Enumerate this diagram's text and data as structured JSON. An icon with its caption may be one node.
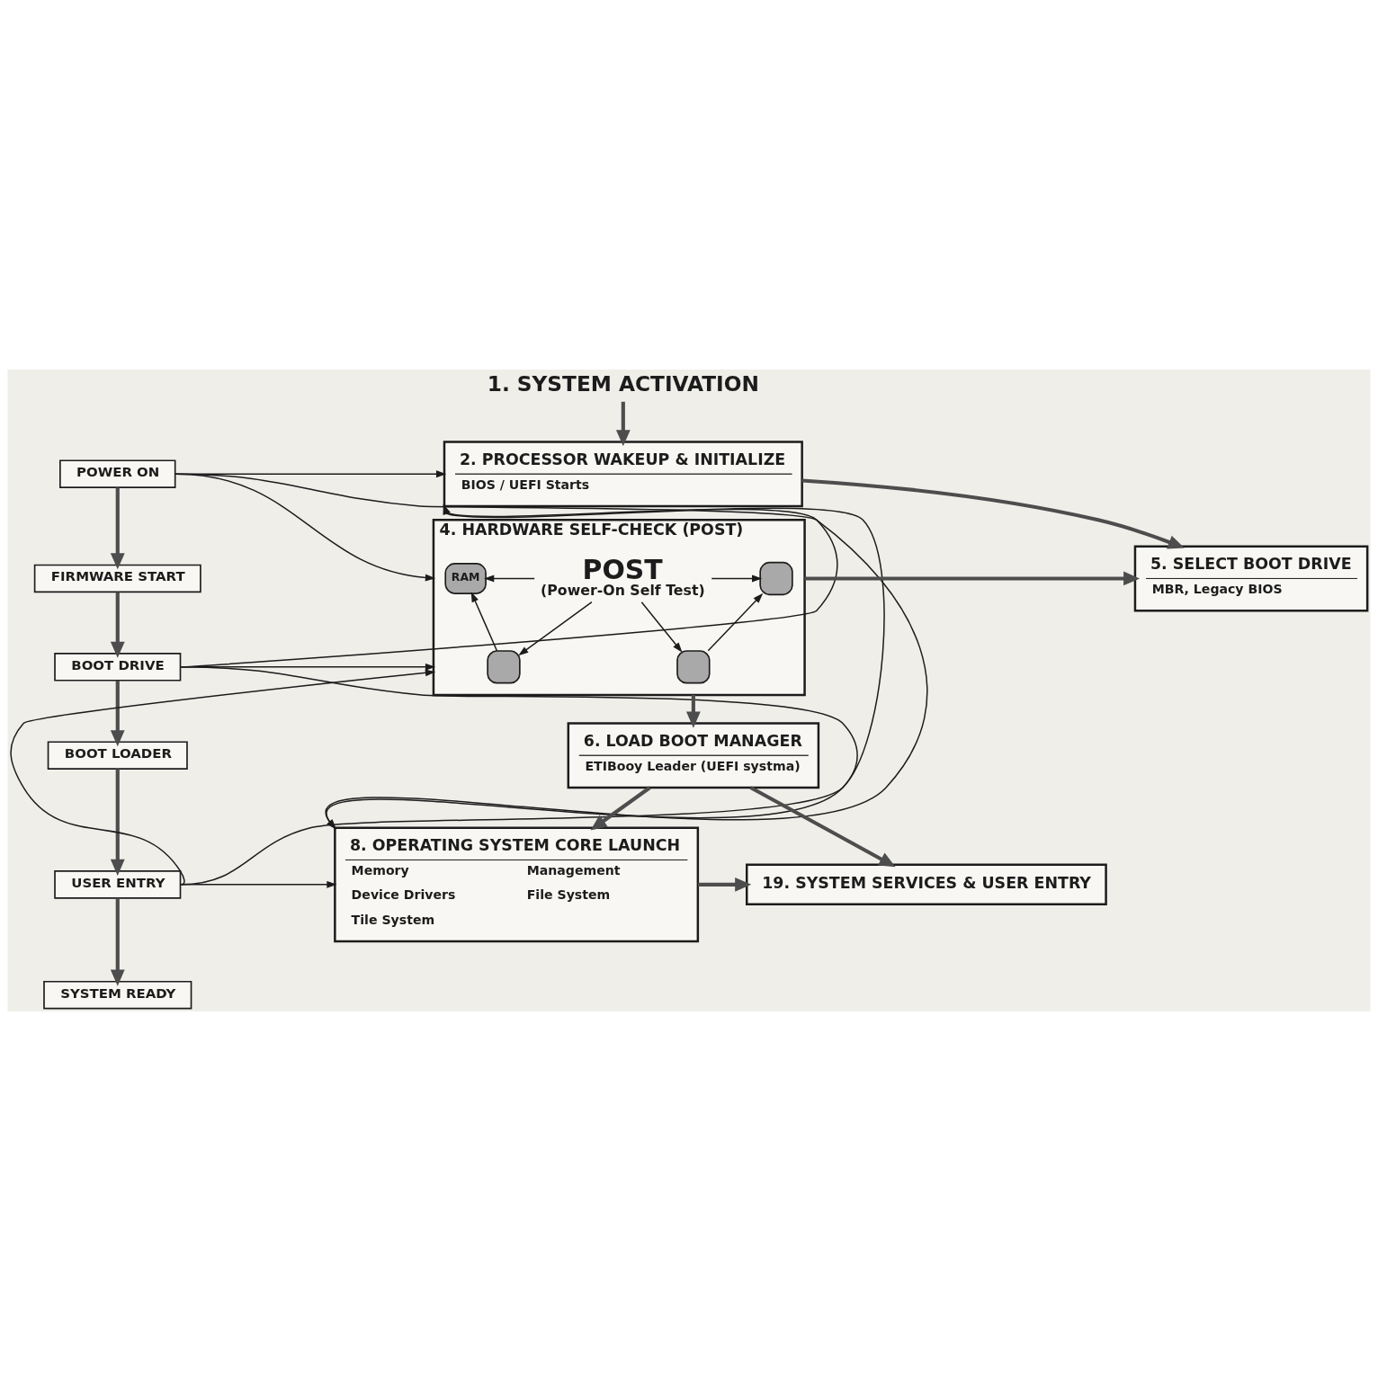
{
  "diagram": {
    "nodes": [
      {
        "text": [
          "1. SYSTEM ACTIVATION"
        ]
      },
      {
        "text": [
          "2. PROCESSOR WAKEUP & INITIALIZE",
          "BIOS / UEFI Starts"
        ]
      },
      {
        "text": [
          "4. HARDWARE SELF-CHECK (POST)"
        ]
      },
      {
        "text": [
          "RAM"
        ],
        "in": 2
      },
      {
        "text": [],
        "shape": "box",
        "in": 2
      },
      {
        "text": [
          "POST",
          "(Power-On Self Test)"
        ],
        "in": 2
      },
      {
        "text": [],
        "shape": "box",
        "in": 2
      },
      {
        "text": [],
        "shape": "box",
        "in": 2
      },
      {
        "text": [
          "5. SELECT BOOT DRIVE",
          "MBR, Legacy BIOS"
        ]
      },
      {
        "text": [
          "6. LOAD BOOT MANAGER",
          "ETIBooy Leader (UEFI systma)"
        ]
      },
      {
        "text": [
          "8. OPERATING SYSTEM CORE LAUNCH",
          "Memory",
          "Management",
          "Device Drivers",
          "File System",
          "Tile System"
        ]
      },
      {
        "text": [
          "19. SYSTEM SERVICES & USER ENTRY"
        ]
      },
      {
        "text": [
          "POWER ON"
        ]
      },
      {
        "text": [
          "FIRMWARE START"
        ]
      },
      {
        "text": [
          "BOOT DRIVE"
        ]
      },
      {
        "text": [
          "BOOT LOADER"
        ]
      },
      {
        "text": [
          "USER ENTRY"
        ]
      },
      {
        "text": [
          "SYSTEM READY"
        ]
      }
    ],
    "edges": [
      {
        "from": 0,
        "to": 1,
        "arrow": "to",
        "style": "thick"
      },
      {
        "from": 1,
        "to": 8,
        "arrow": "to",
        "style": "thick"
      },
      {
        "from": 2,
        "to": 8,
        "arrow": "to",
        "style": "thick"
      },
      {
        "from": 2,
        "to": 9,
        "arrow": "to",
        "style": "thick"
      },
      {
        "from": 9,
        "to": 10,
        "arrow": "to",
        "style": "thick"
      },
      {
        "from": 9,
        "to": 11,
        "arrow": "to",
        "style": "thick"
      },
      {
        "from": 10,
        "to": 11,
        "arrow": "to",
        "style": "thick"
      },
      {
        "from": 12,
        "to": 1,
        "arrow": "to"
      },
      {
        "from": 12,
        "to": 2,
        "arrow": "to"
      },
      {
        "from": 12,
        "to": 10,
        "arrow": "to"
      },
      {
        "from": 14,
        "to": 1,
        "arrow": "to"
      },
      {
        "from": 14,
        "to": 2,
        "arrow": "to"
      },
      {
        "from": 14,
        "to": 10,
        "arrow": "to"
      },
      {
        "from": 16,
        "to": 1,
        "arrow": "to"
      },
      {
        "from": 16,
        "to": 2,
        "arrow": "to"
      },
      {
        "from": 16,
        "to": 10,
        "arrow": "to"
      },
      {
        "from": 12,
        "to": 13,
        "arrow": "to",
        "style": "thick"
      },
      {
        "from": 13,
        "to": 14,
        "arrow": "to",
        "style": "thick"
      },
      {
        "from": 14,
        "to": 15,
        "arrow": "to",
        "style": "thick"
      },
      {
        "from": 15,
        "to": 16,
        "arrow": "to",
        "style": "thick"
      },
      {
        "from": 16,
        "to": 17,
        "arrow": "to",
        "style": "thick"
      },
      {
        "from": 5,
        "to": 3,
        "arrow": "to"
      },
      {
        "from": 5,
        "to": 4,
        "arrow": "to"
      },
      {
        "from": 4,
        "to": 3,
        "arrow": "to"
      },
      {
        "from": 5,
        "to": 6,
        "arrow": "to"
      },
      {
        "from": 5,
        "to": 7,
        "arrow": "to"
      },
      {
        "from": 7,
        "to": 6,
        "arrow": "to"
      }
    ]
  }
}
